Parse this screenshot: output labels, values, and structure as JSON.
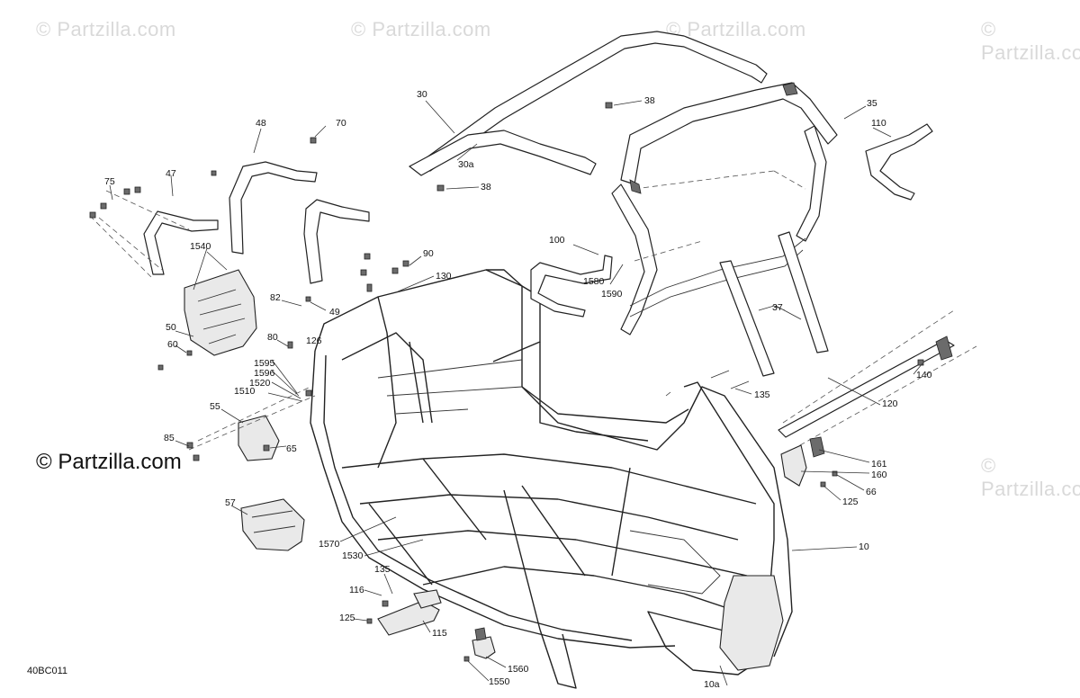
{
  "watermarks": [
    "© Partzilla.com",
    "© Partzilla.com",
    "© Partzilla.com",
    "© Partzilla.com",
    "© Partzilla.com"
  ],
  "brand_label": "© Partzilla.com",
  "diagram_code": "40BC011",
  "callouts": [
    "75",
    "47",
    "48",
    "70",
    "30",
    "30a",
    "38",
    "38",
    "35",
    "110",
    "1540",
    "50",
    "60",
    "82",
    "49",
    "80",
    "126",
    "90",
    "130",
    "100",
    "1580",
    "1590",
    "37",
    "1595",
    "1596",
    "1520",
    "1510",
    "55",
    "65",
    "85",
    "57",
    "135",
    "140",
    "120",
    "161",
    "160",
    "66",
    "125",
    "1570",
    "1530",
    "10",
    "135",
    "116",
    "125",
    "115",
    "1560",
    "1550",
    "10a"
  ]
}
